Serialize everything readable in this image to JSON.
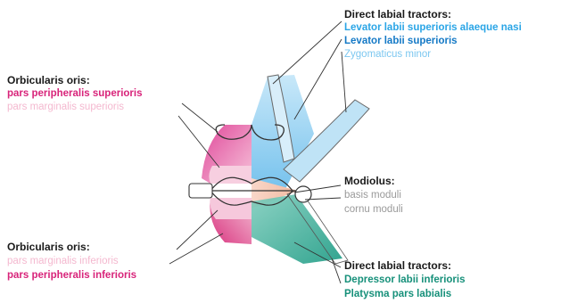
{
  "colors": {
    "pink": "#d8247a",
    "pink_light": "#f4b8cf",
    "blue": "#2aa5e6",
    "blue_dark": "#1479c6",
    "blue_light": "#7cc7f0",
    "grey": "#9a9a9a",
    "teal": "#16907a",
    "heading": "#1a1a1a"
  },
  "labels": {
    "top_right": {
      "heading": "Direct labial tractors:",
      "item1": "Levator labii superioris alaeque nasi",
      "item2": "Levator labii superioris",
      "item3": "Zygomaticus minor"
    },
    "left_top": {
      "heading": "Orbicularis oris:",
      "item1": "pars peripheralis superioris",
      "item2": "pars marginalis superioris"
    },
    "modiolus": {
      "heading": "Modiolus:",
      "item1": "basis moduli",
      "item2": "cornu moduli"
    },
    "left_bottom": {
      "heading": "Orbicularis oris:",
      "item1": "pars marginalis inferioris",
      "item2": "pars peripheralis inferioris"
    },
    "bottom_right": {
      "heading": "Direct labial tractors:",
      "item1": "Depressor labii inferioris",
      "item2": "Platysma pars labialis"
    }
  }
}
